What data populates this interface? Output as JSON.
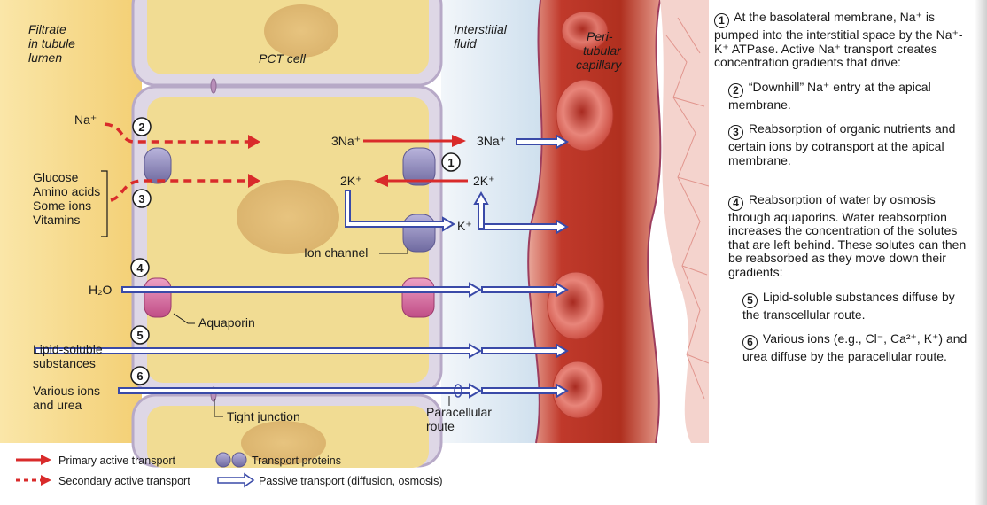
{
  "labels": {
    "filtrate": [
      "Filtrate",
      "in tubule",
      "lumen"
    ],
    "pct_cell": "PCT cell",
    "interstitial": [
      "Interstitial",
      "fluid"
    ],
    "capillary": [
      "Peri-",
      "tubular",
      "capillary"
    ],
    "na_plus": "Na⁺",
    "three_na_left": "3Na⁺",
    "three_na_right": "3Na⁺",
    "two_k_left": "2K⁺",
    "two_k_right": "2K⁺",
    "k_plus": "K⁺",
    "solutes": [
      "Glucose",
      "Amino acids",
      "Some ions",
      "Vitamins"
    ],
    "ion_channel": "Ion channel",
    "h2o": "H₂O",
    "aquaporin": "Aquaporin",
    "lipid": [
      "Lipid-soluble",
      "substances"
    ],
    "ions_urea": [
      "Various ions",
      "and urea"
    ],
    "tight_junction": "Tight junction",
    "paracellular": [
      "Paracellular",
      "route"
    ]
  },
  "step_numbers": [
    "1",
    "2",
    "3",
    "4",
    "5",
    "6"
  ],
  "legend": {
    "primary": "Primary active transport",
    "secondary": "Secondary active transport",
    "proteins": "Transport proteins",
    "passive": "Passive transport (diffusion, osmosis)"
  },
  "notes": {
    "n1": "At the basolateral membrane, Na⁺ is pumped into the interstitial space by the Na⁺-K⁺ ATPase. Active Na⁺ transport creates concentration gradients that drive:",
    "n2": "“Downhill” Na⁺ entry at the apical membrane.",
    "n3": "Reabsorption of organic nutrients and certain ions by cotransport at the apical membrane.",
    "n4": "Reabsorption of water by osmosis through aquaporins. Water reabsorption increases the concentration of the solutes that are left behind. These solutes can then be reabsorbed as they move down their gradients:",
    "n5": "Lipid-soluble substances diffuse by the transcellular route.",
    "n6": "Various ions (e.g., Cl⁻, Ca²⁺, K⁺) and urea diffuse by the paracellular route."
  },
  "colors": {
    "lumen": "#f7d889",
    "cell": "#f0d98f",
    "cell_border": "#c9b7cf",
    "interstitial": "#dde9f2",
    "capillary": "#c0392b",
    "active_arrow": "#d92b2b",
    "passive_arrow": "#3a4aa8",
    "pump": "#8c87b8",
    "aquaporin": "#d4679a"
  }
}
